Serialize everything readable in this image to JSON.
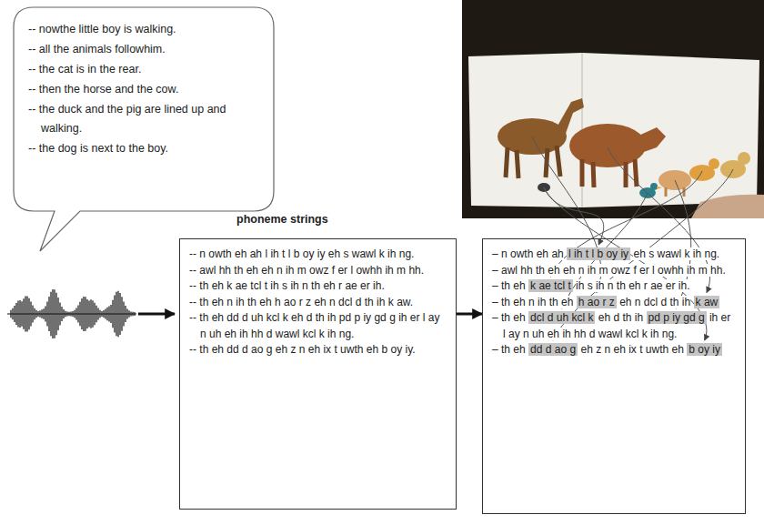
{
  "diagram": {
    "nodes": [
      {
        "text": [
          "-- nowthe little boy is walking.",
          "-- all the animals followhim.",
          "-- the cat is in the rear.",
          "-- then the horse and the cow.",
          "-- the duck and the pig are lined up and walking.",
          "-- the dog is next to the boy."
        ]
      },
      {
        "text": [
          "-- n owth eh ah l ih t l b oy iy eh s wawl k ih ng.",
          "-- awl hh th eh eh n ih m owz f er l owhh ih m hh.",
          "-- th eh k ae tcl t ih s ih n th eh r ae er ih.",
          "-- th eh n ih th eh h ao r z eh n dcl d th ih k aw.",
          "-- th eh dd d uh kcl k eh d th ih pd p iy gd g ih er l ay n uh eh ih hh d wawl kcl k ih ng.",
          "-- th eh dd d ao g eh z n eh ix t uwth eh b oy iy."
        ]
      },
      {
        "text": [
          "– n owth eh ah",
          "l ih t l b oy iy",
          "eh s wawl k ih ng.",
          "– awl hh th eh eh n ih m owz f er l owhh ih m hh.",
          "– th eh",
          "k ae tcl t",
          "ih s ih n th eh r ae er ih.",
          "– th eh n ih th eh",
          "h ao r z",
          "eh n dcl d th ih",
          "k aw",
          "– th eh",
          "dcl d uh kcl k",
          "eh d th ih",
          "pd p iy gd g",
          "ih er l ay n uh eh ih hh d wawl kcl k ih ng.",
          "– th eh",
          "dd d ao g",
          "eh z n eh ix t uwth eh",
          "b oy iy"
        ]
      }
    ],
    "edges": [
      {
        "from": 1,
        "to": 2,
        "arrow": "to"
      }
    ],
    "labels": [
      "phoneme strings"
    ]
  }
}
